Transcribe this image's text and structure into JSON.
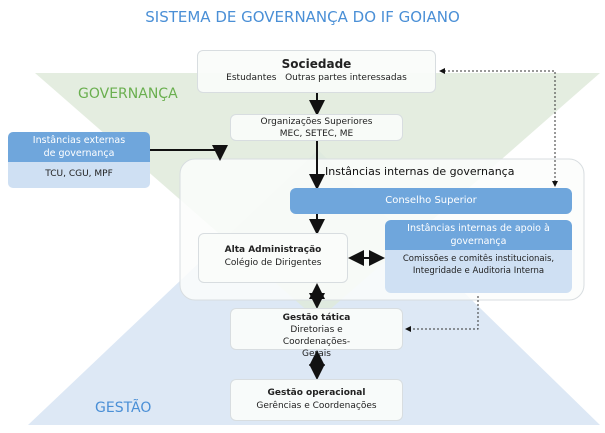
{
  "title": "SISTEMA DE GOVERNANÇA DO IF GOIANO",
  "labels": {
    "governanca": "GOVERNANÇA",
    "gestao": "GESTÃO"
  },
  "sociedade": {
    "title": "Sociedade",
    "items": [
      "Estudantes",
      "Outras partes interessadas"
    ]
  },
  "org_superiores": {
    "title": "Organizações Superiores",
    "sub": "MEC, SETEC, ME"
  },
  "externas": {
    "title": "Instâncias externas de governança",
    "sub": "TCU, CGU, MPF"
  },
  "internas": {
    "title": "Instâncias internas de governança"
  },
  "conselho": {
    "title": "Conselho Superior"
  },
  "apoio": {
    "title": "Instâncias internas de apoio à governança",
    "sub": "Comissões e comitês institucionais, Integridade e Auditoria Interna"
  },
  "alta_admin": {
    "title": "Alta Administração",
    "sub": "Colégio de Dirigentes"
  },
  "gestao_tatica": {
    "title": "Gestão tática",
    "sub": "Diretorias e Coordenações-Gerais"
  },
  "gestao_operacional": {
    "title": "Gestão operacional",
    "sub": "Gerências e Coordenações"
  },
  "colors": {
    "title": "#4a8fd6",
    "governanca": "#6aaf4f",
    "gestao": "#4a8fd6",
    "accent_box": "#6fa6dc"
  }
}
